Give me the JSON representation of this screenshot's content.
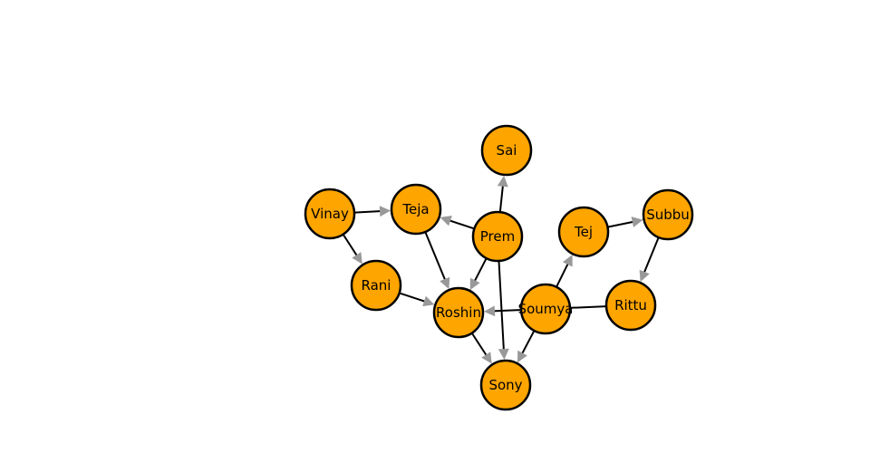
{
  "graph": {
    "type": "directed-network",
    "colors": {
      "node_fill": "#FFA500",
      "node_stroke": "#000000",
      "edge": "#000000",
      "arrow": "#999999"
    },
    "nodes": [
      "Sai",
      "Vinay",
      "Teja",
      "Prem",
      "Tej",
      "Subbu",
      "Rani",
      "Roshin",
      "Soumya",
      "Rittu",
      "Sony"
    ],
    "edges": [
      {
        "from": "Vinay",
        "to": "Teja"
      },
      {
        "from": "Vinay",
        "to": "Rani"
      },
      {
        "from": "Prem",
        "to": "Teja"
      },
      {
        "from": "Prem",
        "to": "Sai"
      },
      {
        "from": "Prem",
        "to": "Roshin"
      },
      {
        "from": "Prem",
        "to": "Sony"
      },
      {
        "from": "Teja",
        "to": "Roshin"
      },
      {
        "from": "Rani",
        "to": "Roshin"
      },
      {
        "from": "Roshin",
        "to": "Sony"
      },
      {
        "from": "Rittu",
        "to": "Roshin"
      },
      {
        "from": "Soumya",
        "to": "Tej"
      },
      {
        "from": "Soumya",
        "to": "Sony"
      },
      {
        "from": "Tej",
        "to": "Subbu"
      },
      {
        "from": "Subbu",
        "to": "Rittu"
      }
    ]
  }
}
